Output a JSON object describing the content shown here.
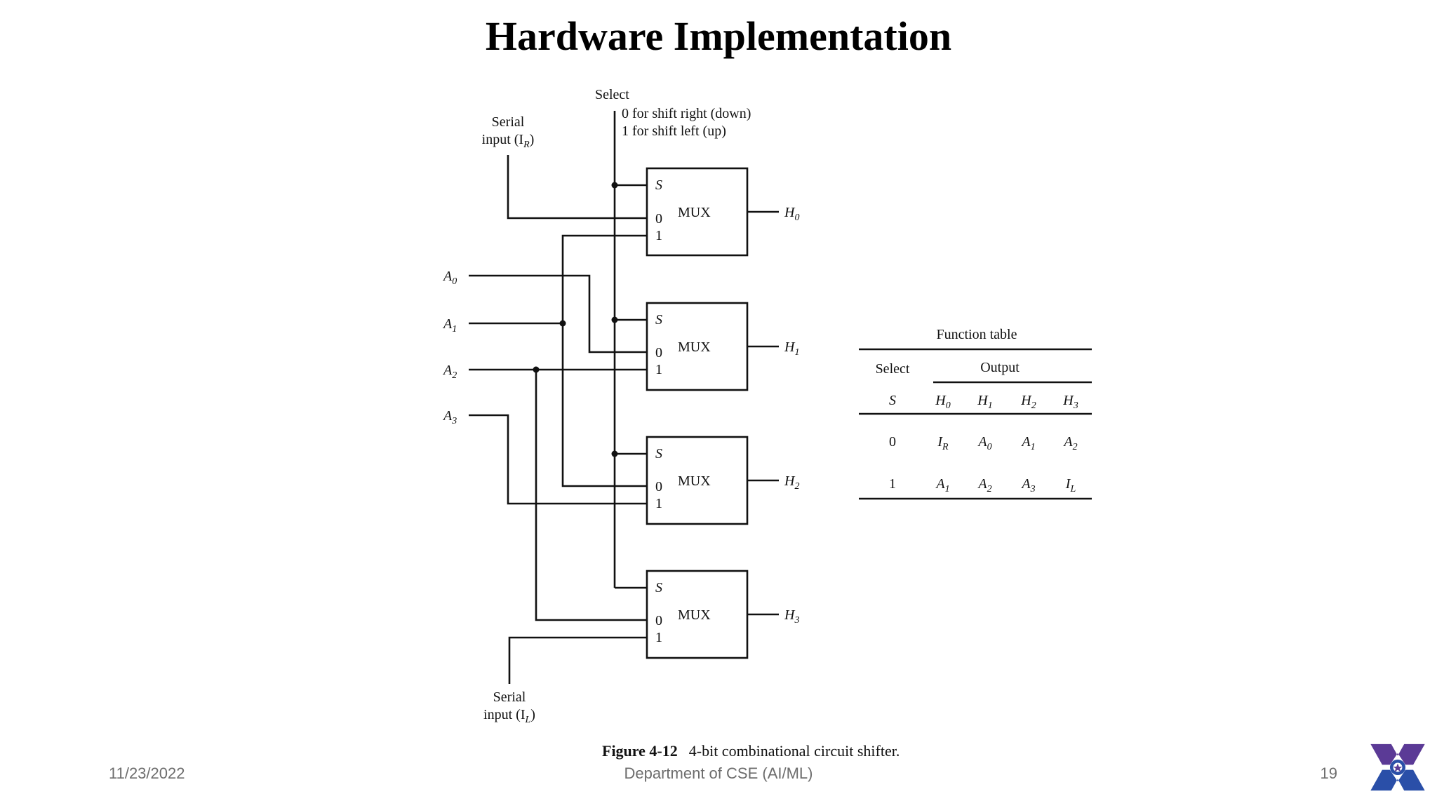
{
  "slide": {
    "title": "Hardware Implementation"
  },
  "footer": {
    "date": "11/23/2022",
    "department": "Department of CSE (AI/ML)",
    "page": "19"
  },
  "diagram": {
    "select_label": "Select",
    "select_note_0": "0 for shift right (down)",
    "select_note_1": "1 for shift left (up)",
    "serial_ir_line1": "Serial",
    "serial_ir_line2": "input (I",
    "serial_ir_sub": "R",
    "serial_il_line1": "Serial",
    "serial_il_line2": "input (I",
    "serial_il_sub": "L",
    "mux_label": "MUX",
    "pin_s": "S",
    "pin_0": "0",
    "pin_1": "1",
    "inputs": [
      {
        "base": "A",
        "sub": "0"
      },
      {
        "base": "A",
        "sub": "1"
      },
      {
        "base": "A",
        "sub": "2"
      },
      {
        "base": "A",
        "sub": "3"
      }
    ],
    "outputs": [
      {
        "base": "H",
        "sub": "0"
      },
      {
        "base": "H",
        "sub": "1"
      },
      {
        "base": "H",
        "sub": "2"
      },
      {
        "base": "H",
        "sub": "3"
      }
    ],
    "caption_bold": "Figure 4-12",
    "caption_text": "4-bit combinational circuit shifter."
  },
  "function_table": {
    "title": "Function table",
    "select_header": "Select",
    "output_header": "Output",
    "columns": [
      {
        "base": "S",
        "sub": ""
      },
      {
        "base": "H",
        "sub": "0"
      },
      {
        "base": "H",
        "sub": "1"
      },
      {
        "base": "H",
        "sub": "2"
      },
      {
        "base": "H",
        "sub": "3"
      }
    ],
    "rows": [
      [
        {
          "base": "0",
          "sub": ""
        },
        {
          "base": "I",
          "sub": "R"
        },
        {
          "base": "A",
          "sub": "0"
        },
        {
          "base": "A",
          "sub": "1"
        },
        {
          "base": "A",
          "sub": "2"
        }
      ],
      [
        {
          "base": "1",
          "sub": ""
        },
        {
          "base": "A",
          "sub": "1"
        },
        {
          "base": "A",
          "sub": "2"
        },
        {
          "base": "A",
          "sub": "3"
        },
        {
          "base": "I",
          "sub": "L"
        }
      ]
    ]
  }
}
